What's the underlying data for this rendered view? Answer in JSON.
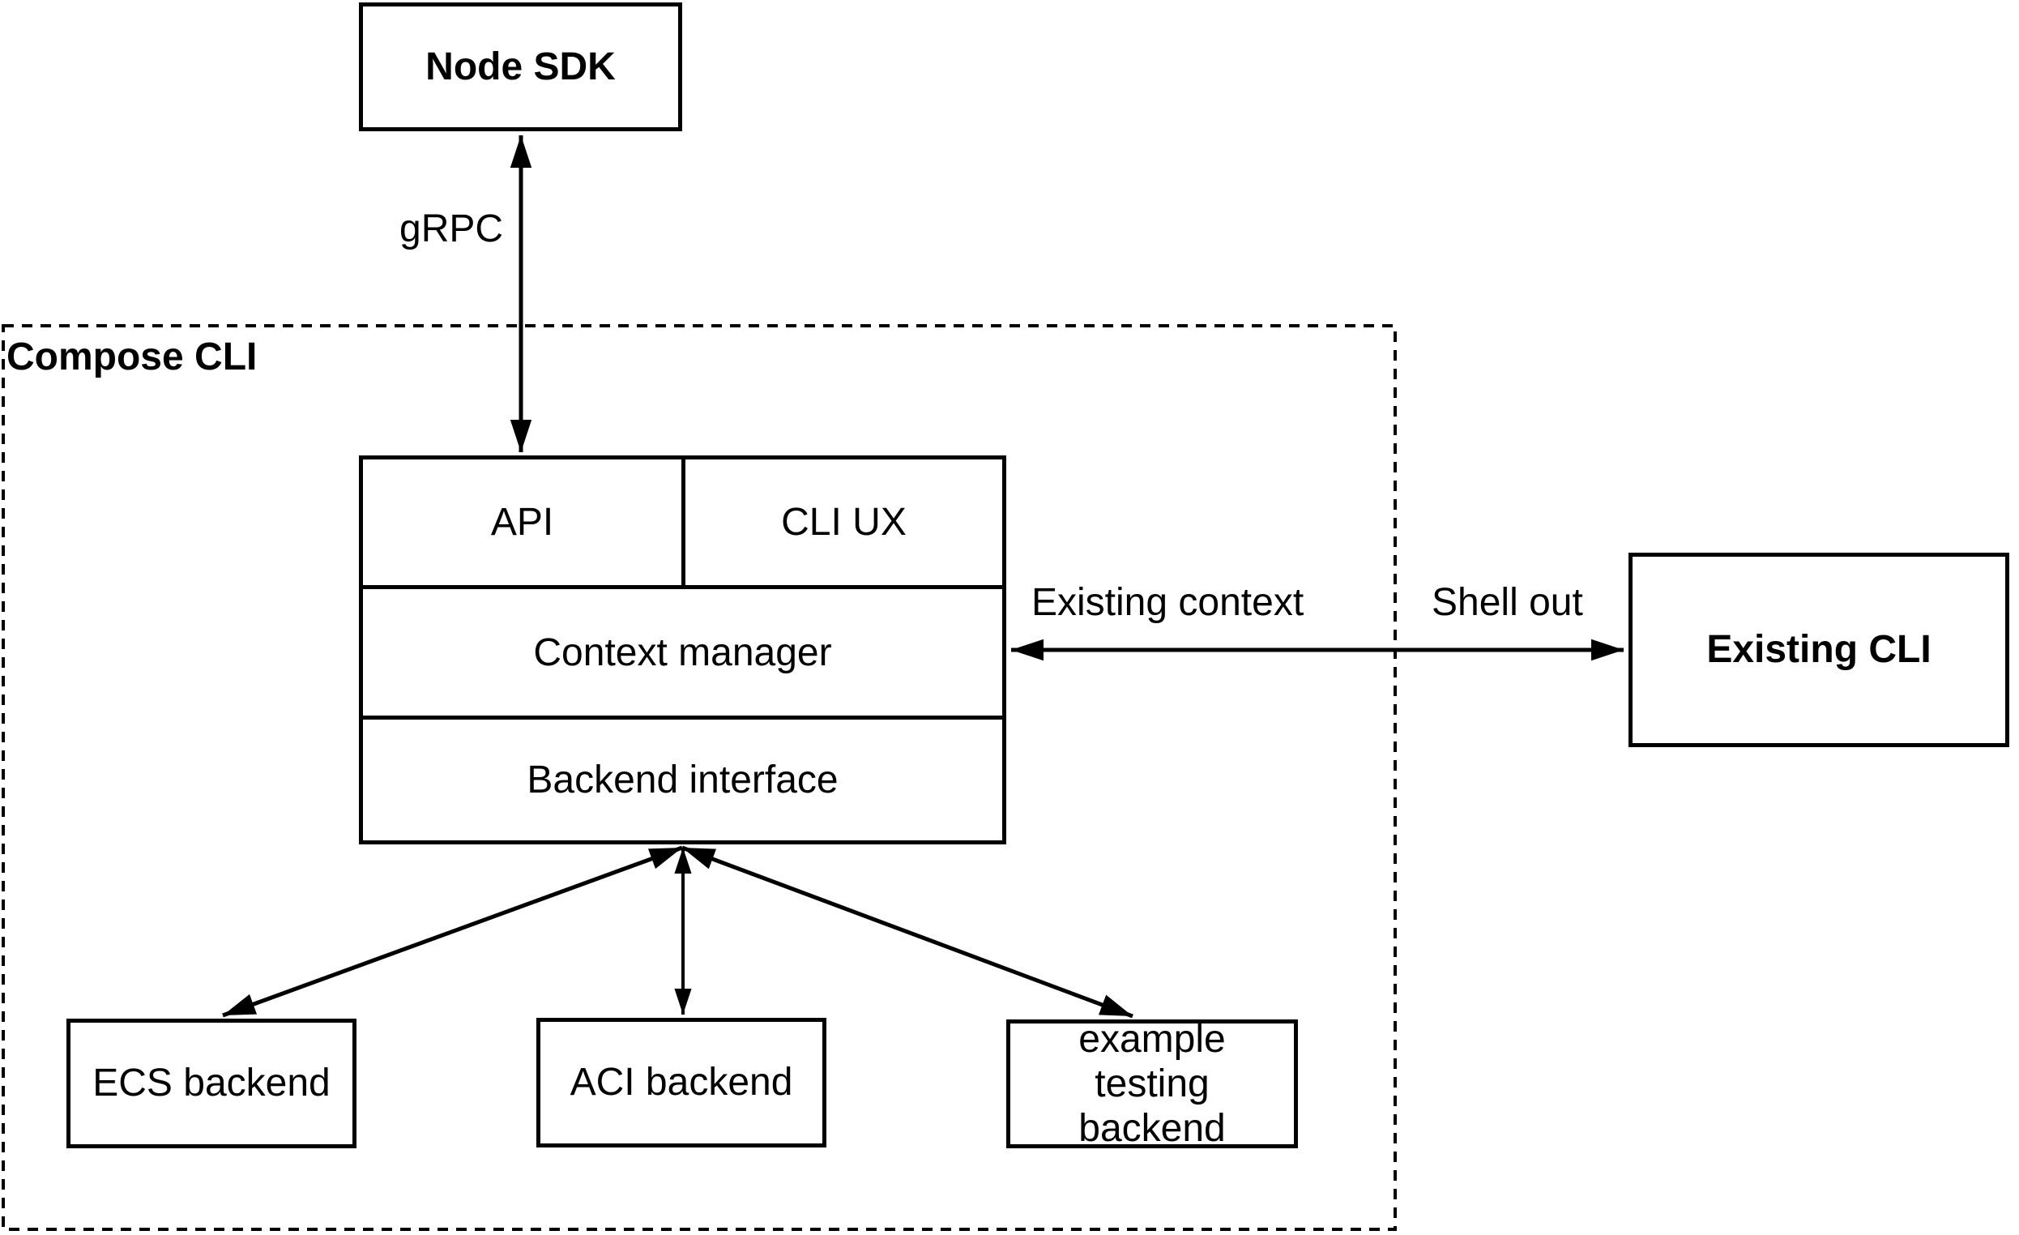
{
  "diagram": {
    "colors": {
      "stroke": "#000000",
      "background": "#ffffff"
    },
    "nodes": {
      "node_sdk": {
        "label": "Node SDK"
      },
      "compose_cli_group": {
        "label": "Compose CLI"
      },
      "api": {
        "label": "API"
      },
      "cli_ux": {
        "label": "CLI UX"
      },
      "context_manager": {
        "label": "Context manager"
      },
      "backend_interface": {
        "label": "Backend interface"
      },
      "existing_cli": {
        "label": "Existing CLI"
      },
      "ecs_backend": {
        "label": "ECS backend"
      },
      "aci_backend": {
        "label": "ACI backend"
      },
      "example_testing_backend": {
        "label": "example testing backend"
      }
    },
    "edges": {
      "grpc": {
        "label": "gRPC"
      },
      "existing_context": {
        "label": "Existing context"
      },
      "shell_out": {
        "label": "Shell out"
      }
    }
  }
}
